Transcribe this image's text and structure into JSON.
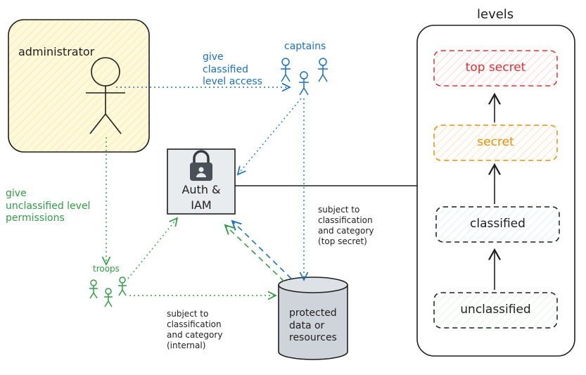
{
  "colors": {
    "stroke": "#1e1e1e",
    "green": "#2f9e44",
    "blue": "#1971c2",
    "red": "#e03131",
    "orange": "#f08c00",
    "admin_fill": "#fff9db",
    "secret_fill": "#fff4e6",
    "red_fill": "#ffe3e3",
    "classified_fill": "#e7f5ff",
    "unclassified_fill": "#ebfbee",
    "grey_fill": "#e9ecef"
  },
  "actors": {
    "administrator": "administrator",
    "captains": "captains",
    "troops": "troops"
  },
  "auth": {
    "line1": "Auth &",
    "line2": "IAM",
    "icon": "lock-icon"
  },
  "database": {
    "label": "protected\ndata or\nresources"
  },
  "annotations": {
    "give_classified": "give\nclassified\nlevel access",
    "give_unclassified": "give\nunclassified level\npermissions",
    "top_secret_subject": "subject to\nclassification\nand category\n(top secret)",
    "internal_subject": "subject to\nclassification\nand category\n(internal)"
  },
  "levels": {
    "title": "levels",
    "items": [
      "top secret",
      "secret",
      "classified",
      "unclassified"
    ]
  }
}
